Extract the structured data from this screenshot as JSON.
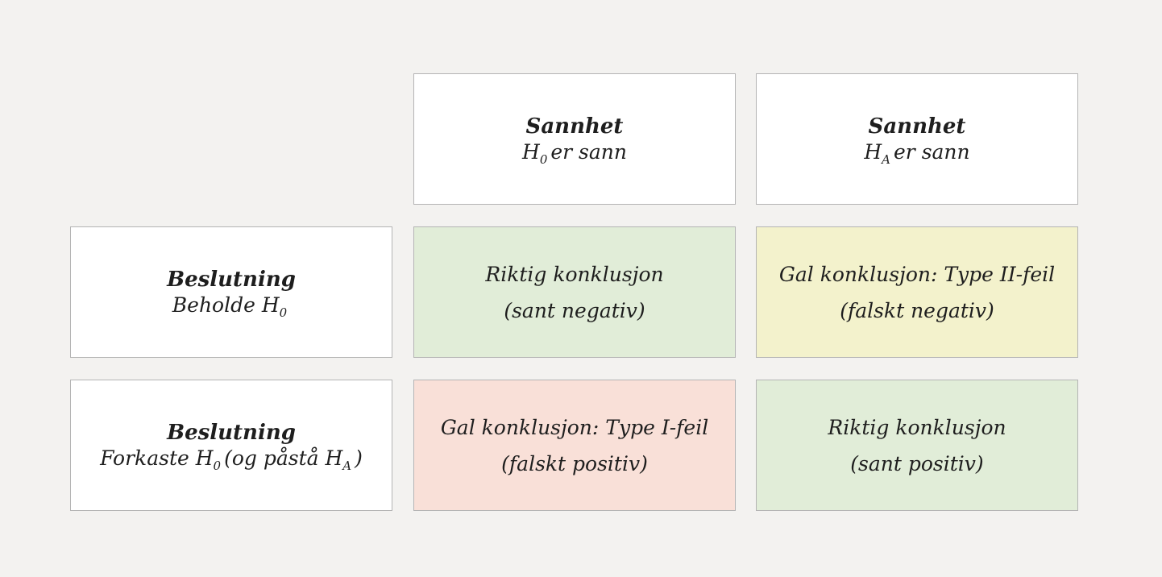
{
  "colors": {
    "background": "#f3f2f0",
    "correct": "#e1edd8",
    "type2": "#f3f2cc",
    "type1": "#f9e0d8",
    "header": "#ffffff",
    "border": "#b4b4b4"
  },
  "columns": [
    {
      "title": "Sannhet",
      "symbol": "H",
      "subscript": "0",
      "rest": "er sann"
    },
    {
      "title": "Sannhet",
      "symbol": "H",
      "subscript": "A",
      "rest": "er sann"
    }
  ],
  "rows": [
    {
      "title": "Beslutning",
      "prefix": "Beholde H",
      "subscript": "0",
      "suffix": ""
    },
    {
      "title": "Beslutning",
      "prefix": "Forkaste H",
      "subscript": "0",
      "suffix": "(og påstå H",
      "subscript2": "A",
      "suffix2": ")"
    }
  ],
  "cells": {
    "true_negative": {
      "line1": "Riktig konklusjon",
      "line2": "(sant negativ)"
    },
    "false_negative": {
      "line1": "Gal konklusjon: Type II-feil",
      "line2": "(falskt negativ)"
    },
    "false_positive": {
      "line1": "Gal konklusjon: Type I-feil",
      "line2": "(falskt positiv)"
    },
    "true_positive": {
      "line1": "Riktig konklusjon",
      "line2": "(sant positiv)"
    }
  }
}
